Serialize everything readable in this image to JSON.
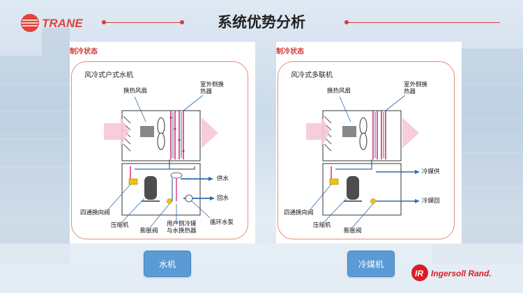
{
  "header": {
    "brand": "TRANE",
    "title": "系统优势分析"
  },
  "colors": {
    "accent": "#d23a3a",
    "button": "#5b9bd5",
    "frame": "#e98a7a",
    "water_supply": "#2b6cb0",
    "refrigerant": "#d4145a"
  },
  "panels": [
    {
      "state_label": "制冷状态",
      "title": "风冷式户式水机",
      "labels": {
        "fan": "换热风扇",
        "outdoor_hx": "室外侧换\n热器",
        "supply": "供水",
        "return": "回水",
        "four_way": "四通换向阀",
        "compressor": "压缩机",
        "expansion": "膨胀阀",
        "user_hx": "用户侧冷媒\n与水换热器",
        "pump": "循环水泵"
      },
      "button": "水机"
    },
    {
      "state_label": "制冷状态",
      "title": "风冷式多联机",
      "labels": {
        "fan": "换热风扇",
        "outdoor_hx": "室外侧换\n热器",
        "supply": "冷媒供",
        "return": "冷媒回",
        "four_way": "四通换向阀",
        "compressor": "压缩机",
        "expansion": "膨胀阀"
      },
      "button": "冷媒机"
    }
  ],
  "footer": {
    "brand": "Ingersoll Rand."
  }
}
